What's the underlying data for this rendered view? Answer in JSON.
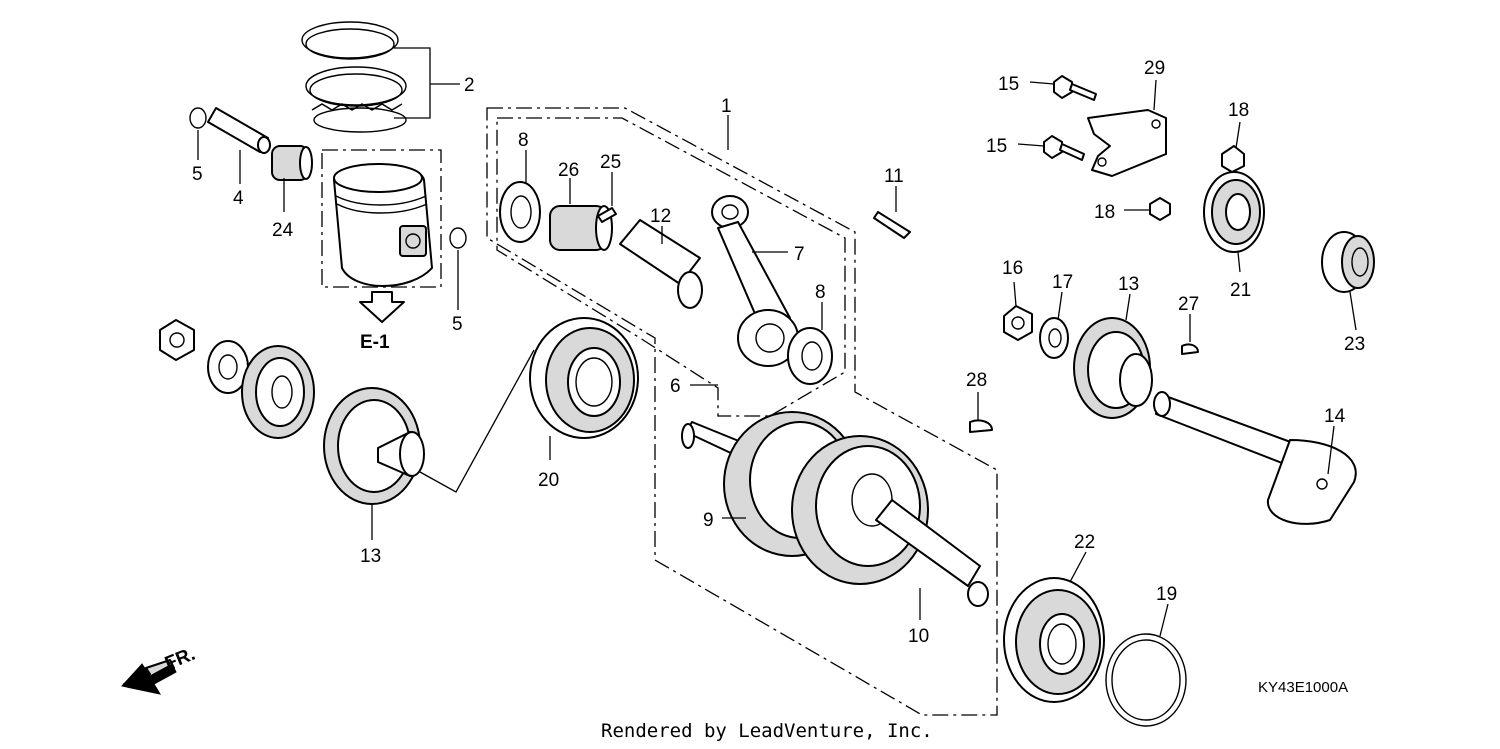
{
  "callouts": {
    "c1": "1",
    "c2": "2",
    "c4": "4",
    "c5a": "5",
    "c5b": "5",
    "c6": "6",
    "c7": "7",
    "c8a": "8",
    "c8b": "8",
    "c9": "9",
    "c10": "10",
    "c11": "11",
    "c12": "12",
    "c13a": "13",
    "c13b": "13",
    "c14": "14",
    "c15a": "15",
    "c15b": "15",
    "c16": "16",
    "c17": "17",
    "c18a": "18",
    "c18b": "18",
    "c19": "19",
    "c20": "20",
    "c21": "21",
    "c22": "22",
    "c23": "23",
    "c24": "24",
    "c25": "25",
    "c26": "26",
    "c27": "27",
    "c28": "28",
    "c29": "29"
  },
  "ref_label": "E-1",
  "direction_label": "FR.",
  "diagram_code": "KY43E1000A",
  "credit": "Rendered by LeadVenture, Inc."
}
